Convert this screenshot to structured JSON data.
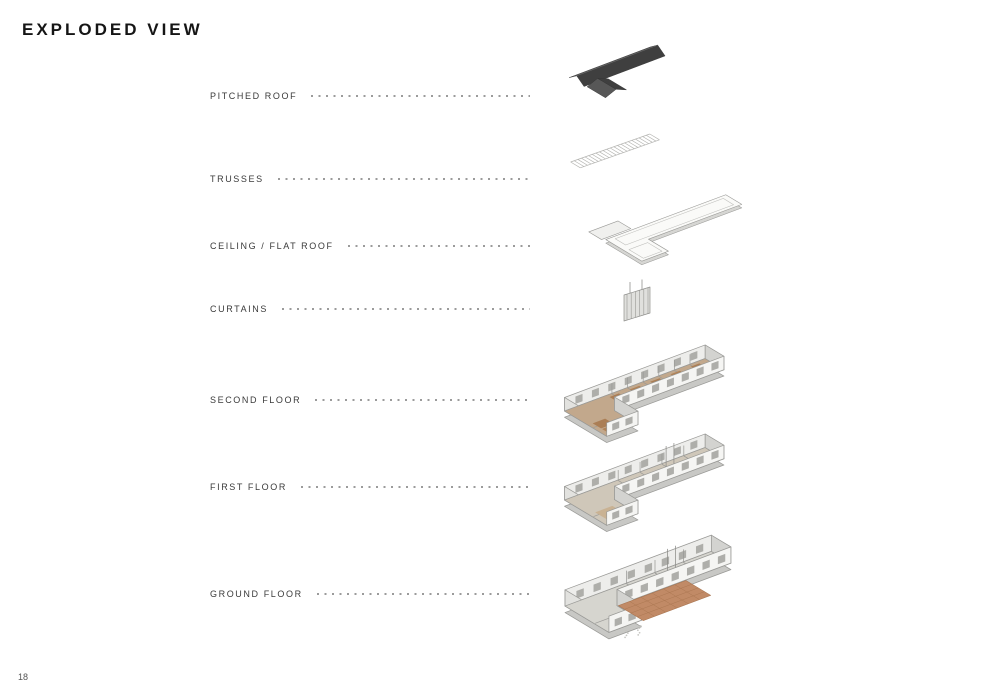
{
  "page": {
    "title": "EXPLODED VIEW",
    "page_number": "18"
  },
  "layers": [
    {
      "label": "PITCHED ROOF"
    },
    {
      "label": "TRUSSES"
    },
    {
      "label": "CEILING / FLAT ROOF"
    },
    {
      "label": "CURTAINS"
    },
    {
      "label": "SECOND FLOOR"
    },
    {
      "label": "FIRST FLOOR"
    },
    {
      "label": "GROUND FLOOR"
    }
  ],
  "colors": {
    "text": "#2e2e2e",
    "leader_dot": "#9b9b9b",
    "roof_dark": "#3f3f3f",
    "roof_mid": "#575757",
    "truss_line": "#b4b4b1",
    "wall_white": "#f5f5f3",
    "wall_light": "#ededeb",
    "wall_mid": "#e2e2df",
    "wall_dark": "#d3d3d0",
    "slab": "#c8c8c5",
    "outline": "#9a9a97",
    "window": "#aeaeaa",
    "floor_second": "#c2a88c",
    "floor_first": "#cfc7b9",
    "floor_ground": "#d6d5cf",
    "courtyard": "#c18a66",
    "courtyard_line": "#a8744f",
    "accent_brown": "#ab7e55",
    "accent_dark_brown": "#8a6844",
    "ceiling_white": "#fafaf8"
  }
}
